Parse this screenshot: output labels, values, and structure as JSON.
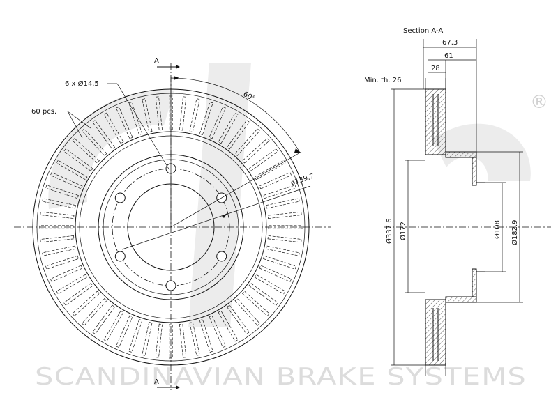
{
  "watermark": {
    "logo": "sbs",
    "registered": "®",
    "slogan": "SCANDINAVIAN BRAKE SYSTEMS"
  },
  "front_view": {
    "section_marker_top": "A",
    "section_marker_bottom": "A",
    "bolt_holes_label": "6 x Ø14.5",
    "vanes_label": "60 pcs.",
    "angle_label": "60°",
    "pcd_label": "ø139.7"
  },
  "section_view": {
    "title": "Section A-A",
    "width_total": "67.3",
    "width_hat": "61",
    "width_disc": "28",
    "min_thickness": "Min. th. 26",
    "dia_outer": "Ø337.6",
    "dia_inner_ring": "Ø172",
    "dia_center_bore": "Ø108",
    "dia_hat": "Ø182.9"
  },
  "colors": {
    "line": "#111111",
    "watermark": "#dcdcdc",
    "hatch": "#333333"
  }
}
